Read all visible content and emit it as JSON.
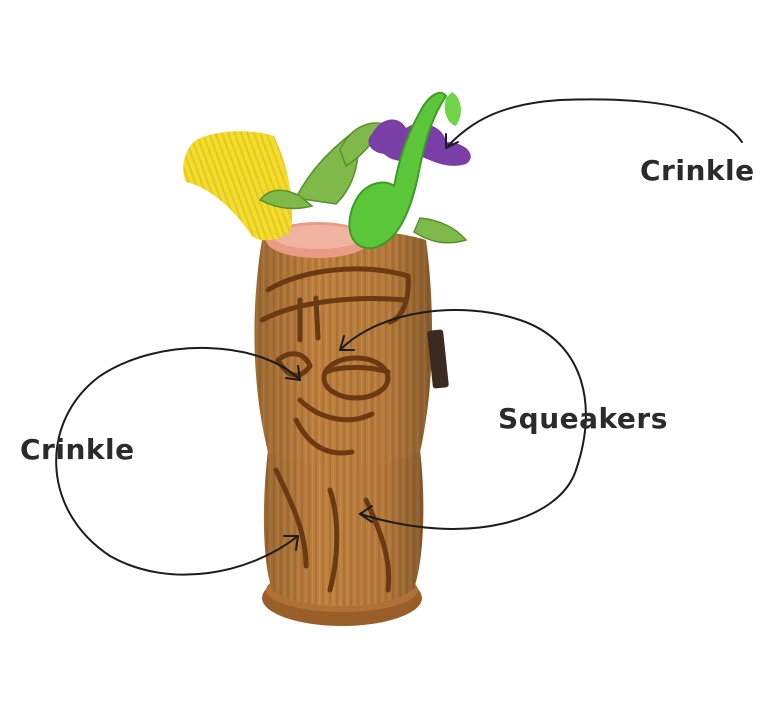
{
  "callouts": {
    "top_right": "Crinkle",
    "right": "Squeakers",
    "left": "Crinkle"
  },
  "colors": {
    "label_text": "#2b2b2b",
    "arrow_stroke": "#1c1c1c",
    "cup_brown": "#b87a3e",
    "cup_dark": "#6e3f17",
    "cup_outline_art": "#6b3a13",
    "base_brown": "#9a5e2a",
    "yellow_pineapple": "#f1da2a",
    "green_straw": "#5cc63a",
    "leaf_green": "#7fb94a",
    "purple_flower": "#7a3fa6",
    "pink_foam": "#e99b86",
    "tag_dark": "#3a2a22"
  }
}
